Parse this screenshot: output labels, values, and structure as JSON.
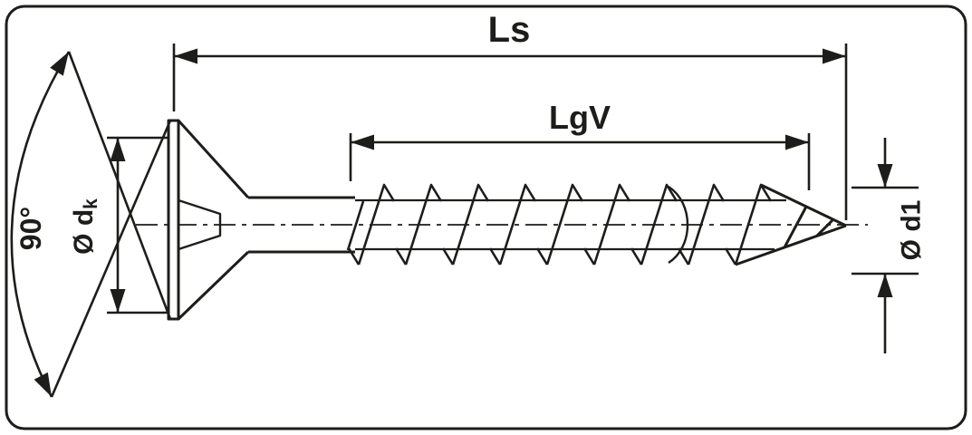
{
  "diagram": {
    "type": "technical-drawing",
    "subject": "countersunk wood screw with dimension annotations",
    "colors": {
      "line": "#1d1d1b",
      "background": "#ffffff"
    },
    "dimensions": {
      "total_length": {
        "label": "Ls"
      },
      "thread_length": {
        "label": "LgV"
      },
      "head_angle": {
        "label": "90°"
      },
      "head_diameter": {
        "label_prefix": "Ø d",
        "label_subscript": "k"
      },
      "thread_diameter": {
        "label": "Ø d1"
      }
    }
  }
}
